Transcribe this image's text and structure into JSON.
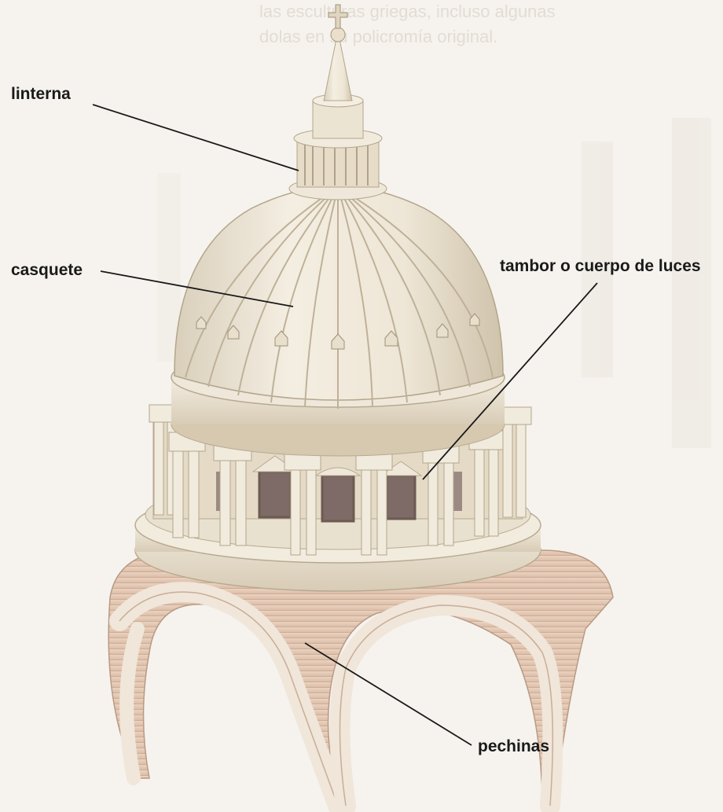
{
  "background_text": {
    "line1": "las esculturas griegas, incluso algunas",
    "line2": "dolas en su policromía original."
  },
  "labels": {
    "linterna": "linterna",
    "casquete": "casquete",
    "tambor": "tambor o cuerpo de luces",
    "pechinas": "pechinas"
  },
  "colors": {
    "stone": "#ece4d3",
    "stone_shadow": "#c9bda6",
    "brick": "#e2c2ac",
    "leader_line": "#1a1a1a"
  }
}
